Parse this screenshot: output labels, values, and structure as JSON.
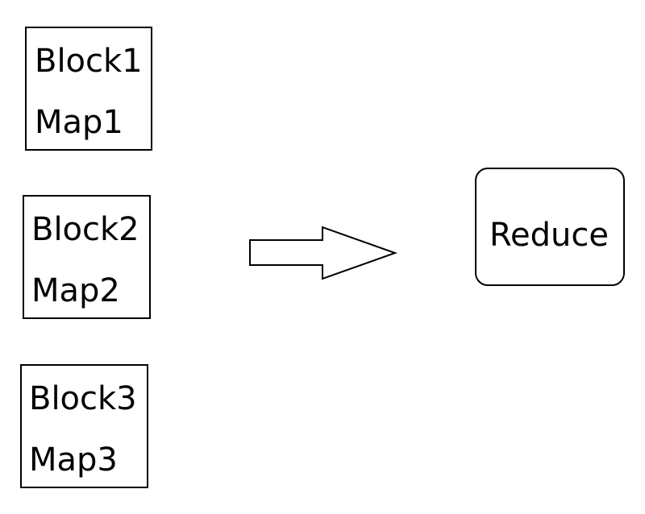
{
  "blocks": [
    {
      "block_label": "Block1",
      "map_label": "Map1"
    },
    {
      "block_label": "Block2",
      "map_label": "Map2"
    },
    {
      "block_label": "Block3",
      "map_label": "Map3"
    }
  ],
  "reduce": {
    "label": "Reduce"
  },
  "colors": {
    "stroke": "#000000",
    "fill": "#ffffff"
  }
}
